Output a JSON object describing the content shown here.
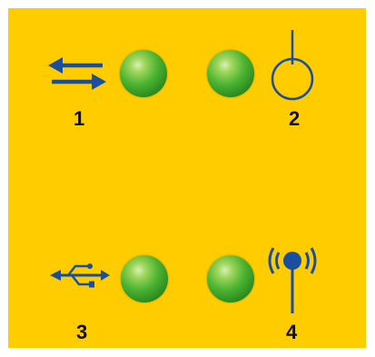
{
  "colors": {
    "panel_background": "#ffcc00",
    "icon_blue": "#1a4fa0",
    "led_green": "#4cb432",
    "label_black": "#111111"
  },
  "indicators": [
    {
      "number": "1",
      "icon": "network-activity-arrows-icon",
      "led_state": "on"
    },
    {
      "number": "2",
      "icon": "power-icon",
      "led_state": "on"
    },
    {
      "number": "3",
      "icon": "usb-icon",
      "led_state": "on"
    },
    {
      "number": "4",
      "icon": "wireless-antenna-icon",
      "led_state": "on"
    }
  ]
}
